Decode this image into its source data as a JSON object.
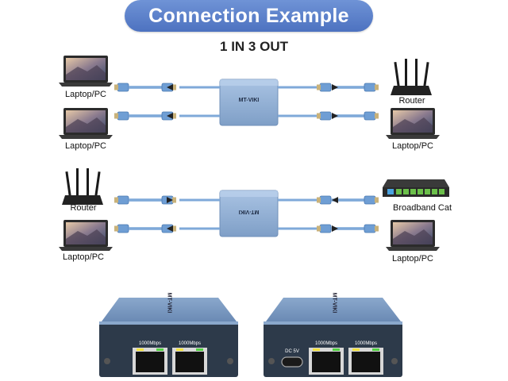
{
  "header": {
    "title": "Connection Example",
    "subtitle": "1 IN 3 OUT"
  },
  "diagram1": {
    "left_devices": [
      "Laptop/PC",
      "Laptop/PC"
    ],
    "right_devices": [
      "Router",
      "Laptop/PC"
    ],
    "switch_brand": "MT-VIKI"
  },
  "diagram2": {
    "left_devices": [
      "Router",
      "Laptop/PC"
    ],
    "right_devices": [
      "Broadband Cat",
      "Laptop/PC"
    ],
    "switch_brand": "MT-VIKI"
  },
  "product": {
    "left_unit": {
      "brand": "MT-VIKI",
      "port_labels": [
        "1000Mbps",
        "1000Mbps"
      ]
    },
    "right_unit": {
      "brand": "MT-VIKI",
      "power_label": "DC 5V",
      "port_labels": [
        "1000Mbps",
        "1000Mbps"
      ]
    }
  },
  "colors": {
    "banner": "#5b7fca",
    "cable": "#6f9ed4",
    "switch_body": "#8fb0d6",
    "unit_body": "#6d8fb8"
  }
}
